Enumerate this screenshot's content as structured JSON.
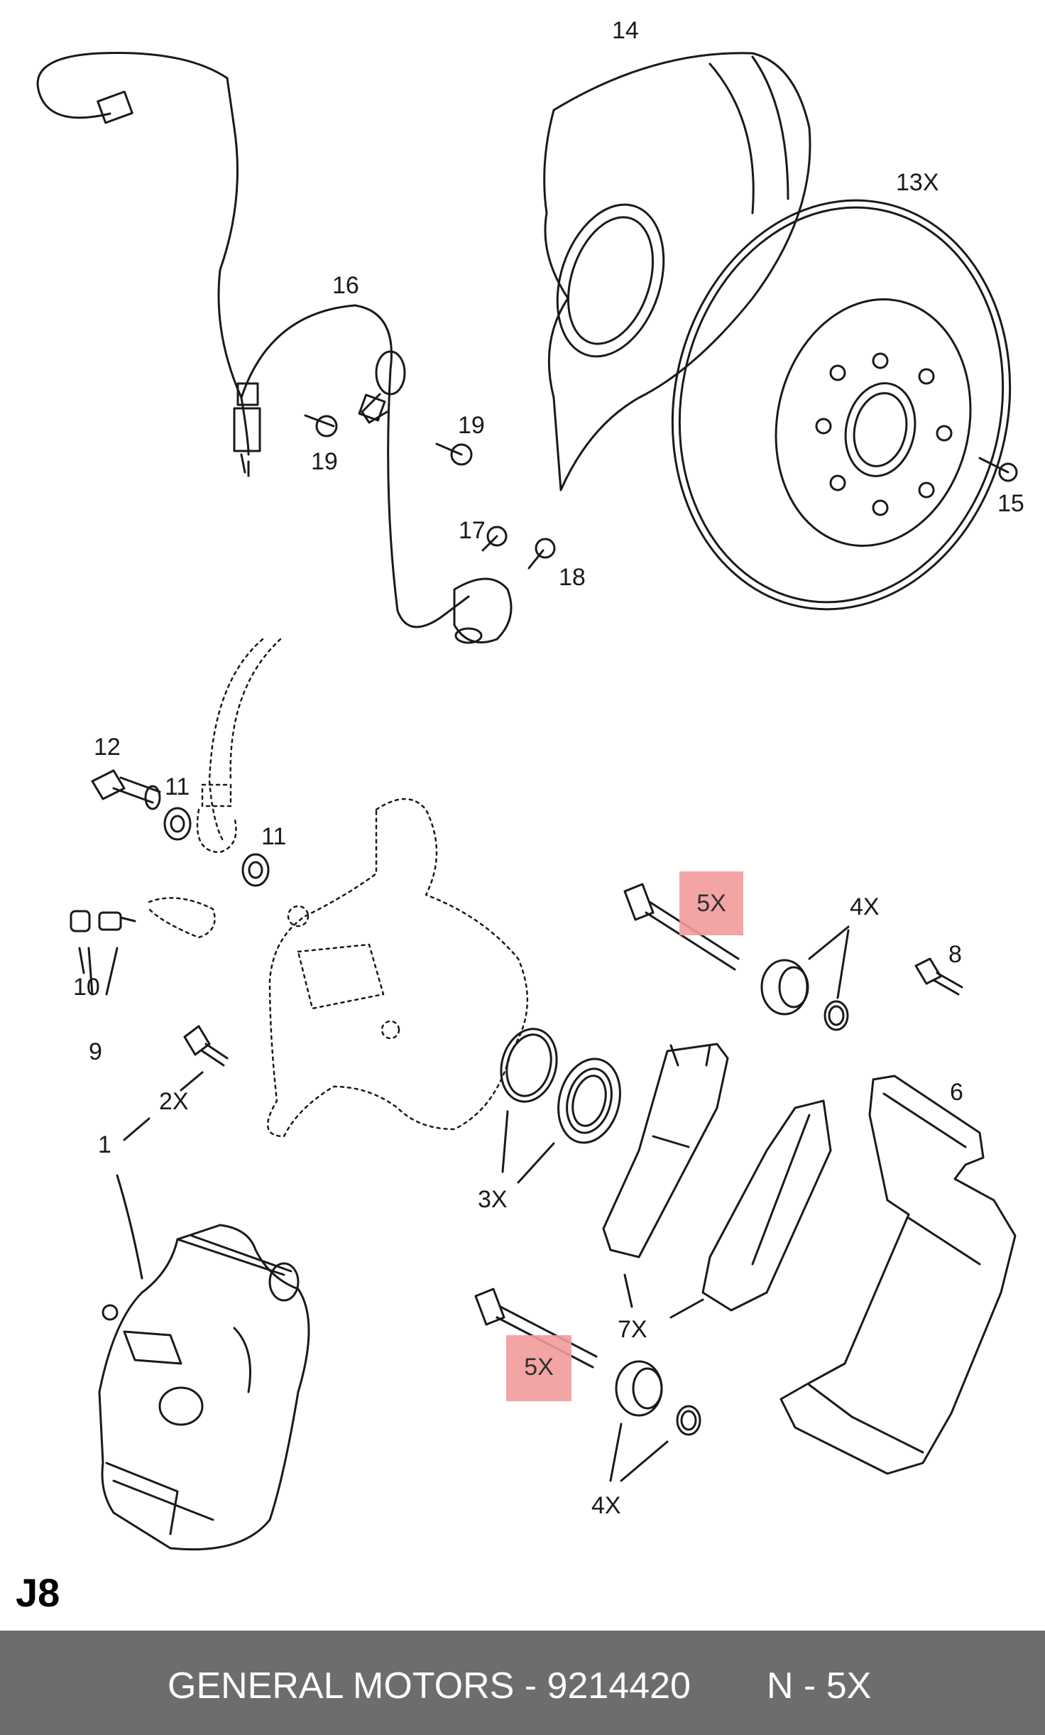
{
  "diagram": {
    "labels": {
      "l14": "14",
      "l13x": "13X",
      "l16": "16",
      "l19a": "19",
      "l19b": "19",
      "l15": "15",
      "l17": "17",
      "l18": "18",
      "l12": "12",
      "l11a": "11",
      "l11b": "11",
      "l4xa": "4X",
      "l8": "8",
      "l10": "10",
      "l9": "9",
      "l2x": "2X",
      "l1": "1",
      "l6": "6",
      "l3x": "3X",
      "l7x": "7X",
      "l4xb": "4X"
    },
    "highlights": {
      "h5xa": "5X",
      "h5xb": "5X"
    },
    "page_code": "J8",
    "highlight_color": "#f29b9b"
  },
  "footer": {
    "brand": "GENERAL MOTORS - 9214420",
    "note": "N - 5X",
    "background": "#6d6d6f"
  }
}
